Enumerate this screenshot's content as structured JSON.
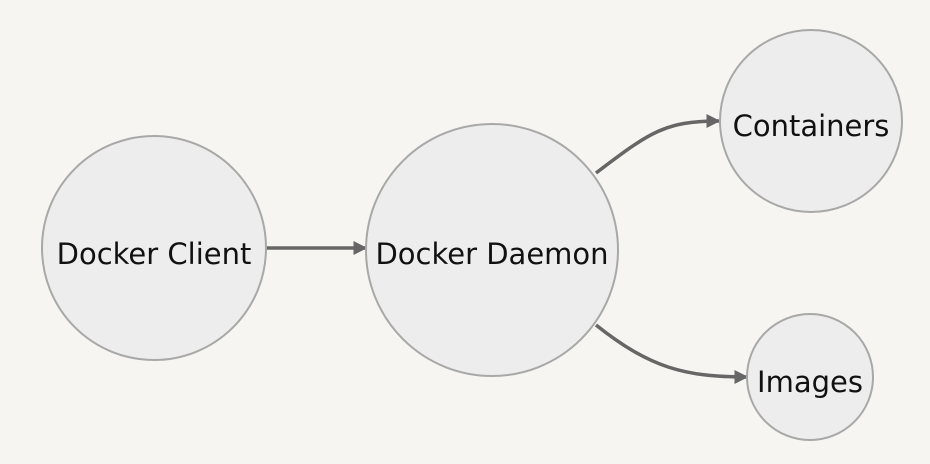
{
  "diagram": {
    "nodes": {
      "client": {
        "label": "Docker Client"
      },
      "daemon": {
        "label": "Docker Daemon"
      },
      "containers": {
        "label": "Containers"
      },
      "images": {
        "label": "Images"
      }
    },
    "edges": [
      {
        "from": "Docker Client",
        "to": "Docker Daemon"
      },
      {
        "from": "Docker Daemon",
        "to": "Containers"
      },
      {
        "from": "Docker Daemon",
        "to": "Images"
      }
    ],
    "colors": {
      "background": "#f6f5f1",
      "node_fill": "#ededed",
      "node_stroke": "#a8a8a8",
      "edge": "#666666",
      "text": "#111111"
    }
  }
}
